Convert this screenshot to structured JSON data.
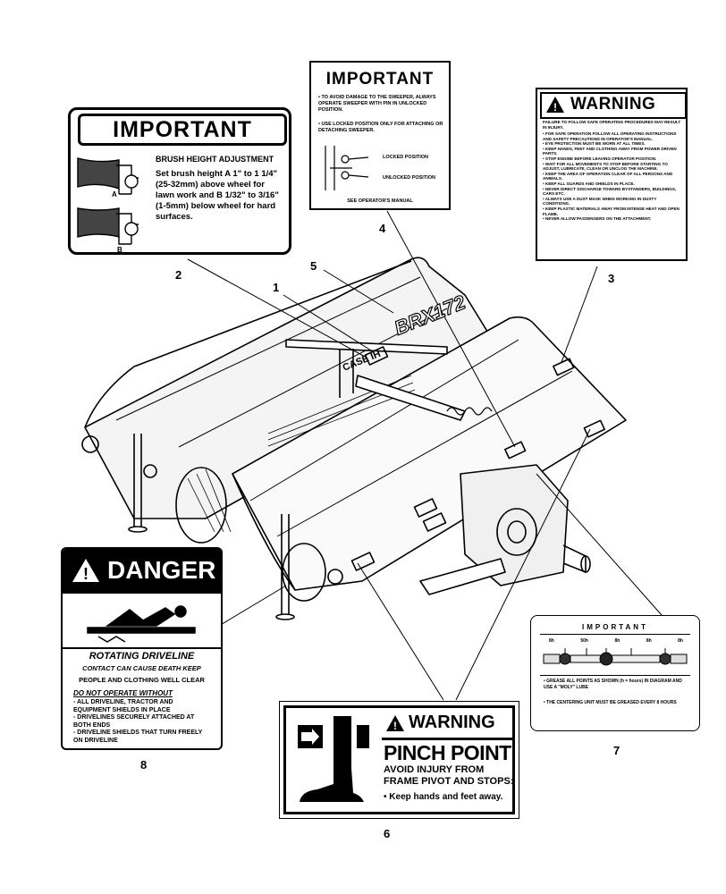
{
  "callouts": [
    "1",
    "2",
    "3",
    "4",
    "5",
    "6",
    "7",
    "8"
  ],
  "machine": {
    "brand": "CASE IH",
    "model": "BRX172"
  },
  "decal2": {
    "title": "IMPORTANT",
    "heading": "BRUSH HEIGHT ADJUSTMENT",
    "body": "Set brush height A 1\" to 1 1/4\" (25-32mm) above wheel for lawn work and B 1/32\" to 3/16\" (1-5mm) below wheel for hard surfaces.",
    "label_a": "A",
    "label_b": "B"
  },
  "decal4": {
    "title": "IMPORTANT",
    "line1": "• TO AVOID DAMAGE TO THE SWEEPER, ALWAYS OPERATE SWEEPER WITH PIN IN UNLOCKED POSITION.",
    "line2": "• USE LOCKED POSITION ONLY FOR ATTACHING OR DETACHING SWEEPER.",
    "locked": "LOCKED POSITION",
    "unlocked": "UNLOCKED POSITION",
    "footer": "SEE OPERATOR'S MANUAL"
  },
  "decal3": {
    "title": "WARNING",
    "intro": "FAILURE TO FOLLOW SAFE OPERATING PROCEDURES MAY RESULT IN INJURY.",
    "rules": [
      "• FOR SAFE OPERATION FOLLOW ALL OPERATING INSTRUCTIONS AND SAFETY PRECAUTIONS IN OPERATOR'S MANUAL.",
      "• EYE PROTECTION MUST BE WORN AT ALL TIMES.",
      "• KEEP HANDS, FEET AND CLOTHING AWAY FROM POWER DRIVEN PARTS.",
      "• STOP ENGINE BEFORE LEAVING OPERATOR POSITION.",
      "• WAIT FOR ALL MOVEMENTS TO STOP BEFORE STARTING TO ADJUST, LUBRICATE, CLEAN OR UNCLOG THE MACHINE.",
      "• KEEP THE AREA OF OPERATION CLEAR OF ALL PERSONS AND ANIMALS.",
      "• KEEP ALL GUARDS AND SHIELDS IN PLACE.",
      "• NEVER DIRECT DISCHARGE TOWARD BYSTANDERS, BUILDINGS, CARS ETC.",
      "• ALWAYS USE A DUST MASK WHEN WORKING IN DUSTY CONDITIONS.",
      "• KEEP PLASTIC MATERIALS AWAY FROM INTENSE HEAT AND OPEN FLAME.",
      "• NEVER ALLOW PASSENGERS ON THE ATTACHMENT."
    ]
  },
  "decal8": {
    "title": "DANGER",
    "heading": "ROTATING DRIVELINE",
    "line1": "CONTACT CAN CAUSE DEATH KEEP",
    "line2": "PEOPLE AND CLOTHING WELL CLEAR",
    "sub": "DO NOT OPERATE WITHOUT",
    "items": [
      "- ALL DRIVELINE, TRACTOR AND EQUIPMENT SHIELDS IN PLACE",
      "- DRIVELINES SECURELY ATTACHED AT BOTH ENDS",
      "- DRIVELINE SHIELDS THAT TURN FREELY ON DRIVELINE"
    ]
  },
  "decal6": {
    "title": "WARNING",
    "heading": "PINCH POINT",
    "line1": "AVOID INJURY FROM",
    "line2": "FRAME PIVOT AND STOPS:",
    "bullet": "• Keep hands and feet away."
  },
  "decal7": {
    "title": "IMPORTANT",
    "hours": [
      "8h",
      "50h",
      "8h",
      "8h",
      "8h"
    ],
    "line1": "• GREASE ALL POINTS AS SHOWN (h = hours) IN DIAGRAM AND USE A \"MOLY\" LUBE",
    "line2": "• THE CENTERING UNIT MUST BE GREASED EVERY 8 HOURS"
  }
}
